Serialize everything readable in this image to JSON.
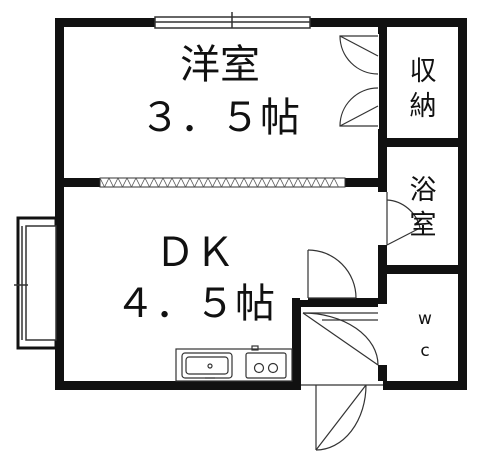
{
  "rooms": {
    "western_room": {
      "name": "洋室",
      "size": "３．５帖"
    },
    "closet": {
      "line1": "収",
      "line2": "納"
    },
    "bathroom": {
      "line1": "浴",
      "line2": "室"
    },
    "dining_kitchen": {
      "name": "ＤＫ",
      "size": "４．５帖"
    },
    "toilet": {
      "line1": "w",
      "line2": "c"
    }
  },
  "colors": {
    "wall": "#111111",
    "line": "#333333",
    "background": "#ffffff"
  }
}
